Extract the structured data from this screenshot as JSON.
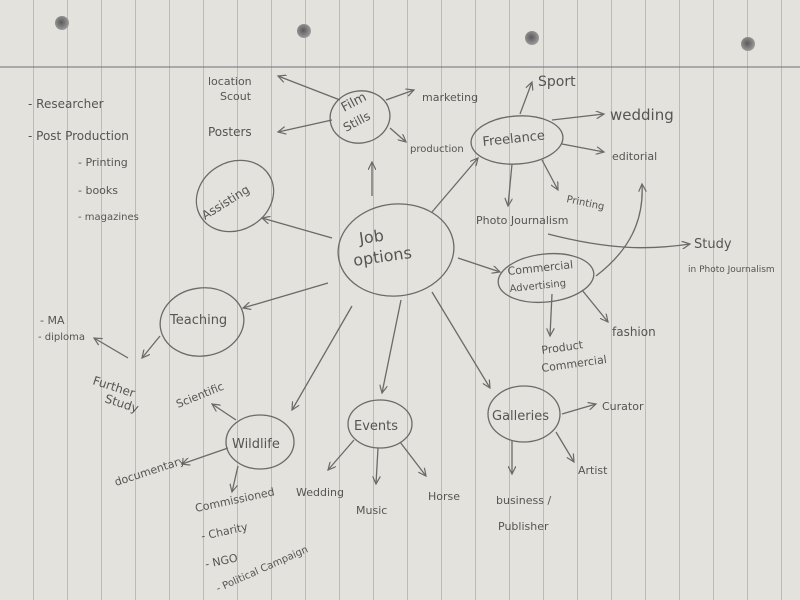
{
  "center": {
    "label_line1": "Job",
    "label_line2": "options"
  },
  "nodes": {
    "film_stills": {
      "line1": "Film",
      "line2": "Stills"
    },
    "freelance": "Freelance",
    "assisting": "Assisting",
    "teaching": "Teaching",
    "wildlife": "Wildlife",
    "events": "Events",
    "galleries": "Galleries",
    "commercial_advertising": {
      "line1": "Commercial",
      "line2": "Advertising"
    }
  },
  "film_stills_items": {
    "location_scout": {
      "line1": "location",
      "line2": "Scout"
    },
    "posters": "Posters",
    "marketing": "marketing",
    "production": "production"
  },
  "freelance_items": {
    "sport": "Sport",
    "wedding": "wedding",
    "editorial": "editorial",
    "printing": "Printing",
    "photo_journalism": "Photo Journalism"
  },
  "study": {
    "line1": "Study",
    "line2": "in Photo Journalism"
  },
  "commercial_items": {
    "product_commercial": {
      "line1": "Product",
      "line2": "Commercial"
    },
    "fashion": "fashion"
  },
  "teaching_items": {
    "ma_diploma": {
      "line1": "- MA",
      "line2": "- diploma"
    },
    "further_study": {
      "line1": "Further",
      "line2": "Study"
    }
  },
  "wildlife_items": {
    "scientific": "Scientific",
    "documentary": "documentary",
    "commissioned": "Commissioned",
    "charity": "- Charity",
    "ngo": "- NGO",
    "political_campaign": "- Political Campaign"
  },
  "events_items": {
    "wedding": "Wedding",
    "music": "Music",
    "horse": "Horse"
  },
  "galleries_items": {
    "curator": "Curator",
    "artist": "Artist",
    "business_publisher": {
      "line1": "business /",
      "line2": "Publisher"
    }
  },
  "left_list": {
    "researcher": "- Researcher",
    "post_production": "- Post Production",
    "printing": "- Printing",
    "books": "- books",
    "magazines": "- magazines"
  },
  "colors": {
    "paper": "#e4e2dd",
    "pencil": "#555553",
    "rule_line": "#7a7a88"
  }
}
